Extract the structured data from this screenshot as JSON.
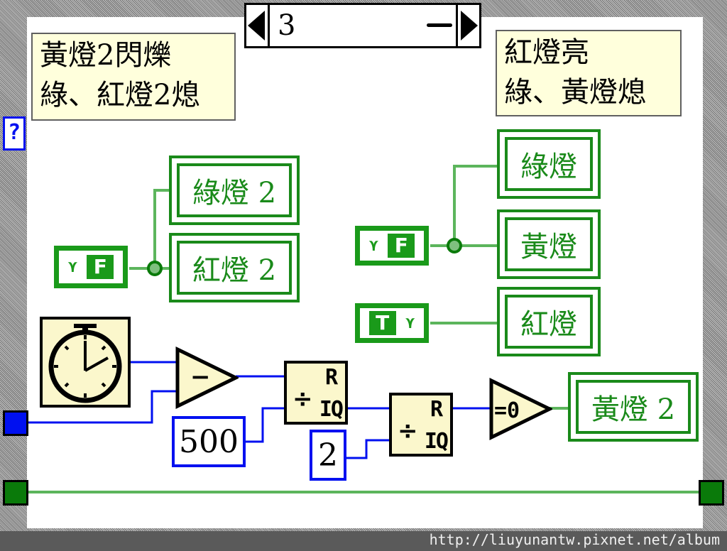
{
  "case_selector": {
    "value": "3",
    "decrement_icon": "left-arrow",
    "increment_icon": "right-arrow"
  },
  "comments": {
    "left": "黃燈2閃爍\n綠、紅燈2熄",
    "right": "紅燈亮\n綠、黃燈熄"
  },
  "help_icon": "?",
  "left_group": {
    "constant": {
      "letter": "F",
      "mark": "⋎"
    },
    "indicators": [
      "綠燈 2",
      "紅燈 2"
    ]
  },
  "right_group": {
    "false_constant": {
      "letter": "F",
      "mark": "⋎"
    },
    "true_constant": {
      "letter": "T",
      "mark": "⋎"
    },
    "indicators": [
      "綠燈",
      "黃燈",
      "紅燈"
    ]
  },
  "math": {
    "tick_count_icon": "stopwatch-icon",
    "subtract_symbol": "−",
    "constant_500": "500",
    "constant_2": "2",
    "quotient_remainder": {
      "div": "÷",
      "r": "R",
      "iq": "IQ"
    },
    "equal_zero_label": "=0",
    "output_indicator": "黃燈 2"
  },
  "colors": {
    "wire_numeric": "#0010f0",
    "wire_boolean": "#2a9a2a",
    "node_fill": "#fbf7cc"
  },
  "watermark": "http://liuyunantw.pixnet.net/album"
}
